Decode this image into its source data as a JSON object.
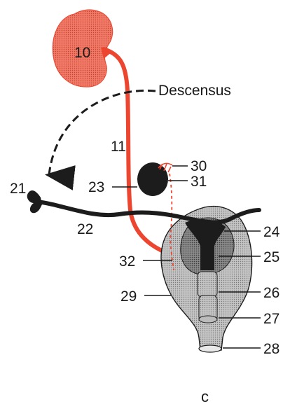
{
  "diagram": {
    "labels": {
      "kidney": "10",
      "ureter": "11",
      "ovary": "23",
      "ovary_appendage": "30",
      "ovary_appendage_2": "31",
      "tube_opening": "21",
      "tube": "22",
      "uterine_body": "24",
      "uterine_cavity": "25",
      "cervix_upper": "26",
      "cervix_lower": "27",
      "vagina_opening": "28",
      "wall": "29",
      "duct_remnant": "32",
      "descensus": "Descensus",
      "panel": "c"
    },
    "colors": {
      "red": "#ec4530",
      "black": "#1c1c1c",
      "gray": "#b9b9b9",
      "dark_gray": "#8f8f8f"
    }
  }
}
